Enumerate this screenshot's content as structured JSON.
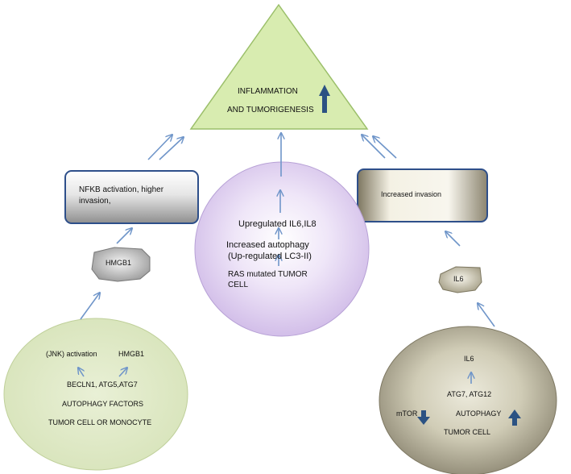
{
  "triangle": {
    "line1": "INFLAMMATION",
    "line2": "AND TUMORIGENESIS",
    "indicator": "up-arrow"
  },
  "left_box": {
    "text": "NFKB activation, higher invasion,"
  },
  "right_box": {
    "text": "Increased invasion"
  },
  "hmgb1_blob": {
    "text": "HMGB1"
  },
  "il6_blob": {
    "text": "IL6"
  },
  "center_circle": {
    "line1": "Upregulated IL6,IL8",
    "line2": "Increased autophagy",
    "line3": "(Up-regulated LC3-II)",
    "line4": "RAS mutated TUMOR",
    "line5": "CELL"
  },
  "left_circle": {
    "jnk": "(JNK) activation",
    "hmgb1": "HMGB1",
    "genes": "BECLN1, ATG5,ATG7",
    "factors": "AUTOPHAGY FACTORS",
    "cell": "TUMOR CELL OR MONOCYTE"
  },
  "right_circle": {
    "il6": "IL6",
    "genes": "ATG7, ATG12",
    "mtor": "mTOR",
    "mtor_indicator": "down-arrow",
    "autophagy": "AUTOPHAGY",
    "autophagy_indicator": "up-arrow",
    "cell": "TUMOR CELL"
  },
  "colors": {
    "triangle_fill": "#d8ecb0",
    "box_border": "#2e4f8a",
    "arrow": "#6f95c9",
    "indicator_arrow": "#2b5283",
    "center_circle": "#d9c8ec",
    "left_circle": "#dfe9c7",
    "right_circle": "#c9c5ae"
  }
}
